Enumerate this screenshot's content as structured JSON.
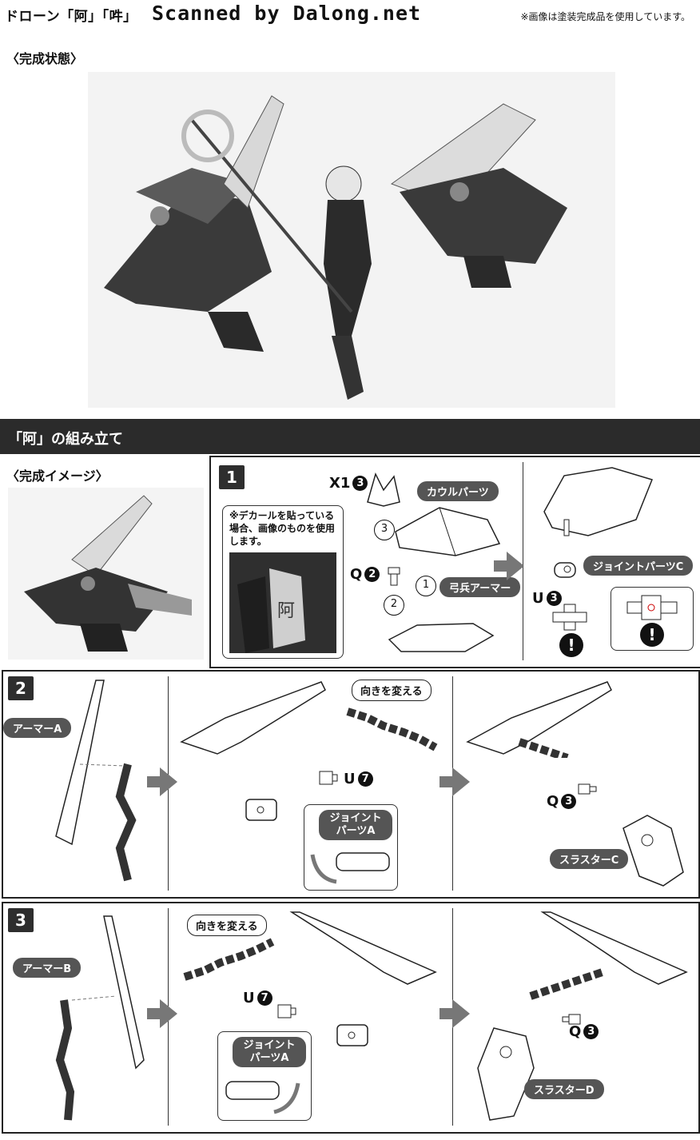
{
  "header": {
    "title": "ドローン「阿」「吽」",
    "scan_credit": "Scanned by Dalong.net",
    "note": "※画像は塗装完成品を使用しています。"
  },
  "top_section": {
    "heading": "〈完成状態〉"
  },
  "banner": {
    "title": "「阿」の組み立て"
  },
  "image_section": {
    "heading": "〈完成イメージ〉"
  },
  "step1": {
    "number": "1",
    "decal_note": "※デカールを貼っている場合、画像のものを使用します。",
    "x1_code": "X1",
    "x1_num": "3",
    "q_code": "Q",
    "q_num": "2",
    "u_code": "U",
    "u_num": "3",
    "cowl_parts": "カウルパーツ",
    "archer_armor": "弓兵アーマー",
    "joint_c": "ジョイントパーツC",
    "seq": [
      "1",
      "2",
      "3"
    ],
    "decal_char": "阿",
    "warn": "!"
  },
  "step2": {
    "number": "2",
    "armor_a": "アーマーA",
    "change_dir": "向きを変える",
    "u_code": "U",
    "u_num": "7",
    "joint_a": "ジョイントパーツA",
    "q_code": "Q",
    "q_num": "3",
    "thruster_c": "スラスターC"
  },
  "step3": {
    "number": "3",
    "armor_b": "アーマーB",
    "change_dir": "向きを変える",
    "u_code": "U",
    "u_num": "7",
    "joint_a": "ジョイントパーツA",
    "q_code": "Q",
    "q_num": "3",
    "thruster_d": "スラスターD"
  },
  "colors": {
    "banner_bg": "#2b2b2b",
    "pill_bg": "#555555",
    "arrow": "#777777"
  }
}
